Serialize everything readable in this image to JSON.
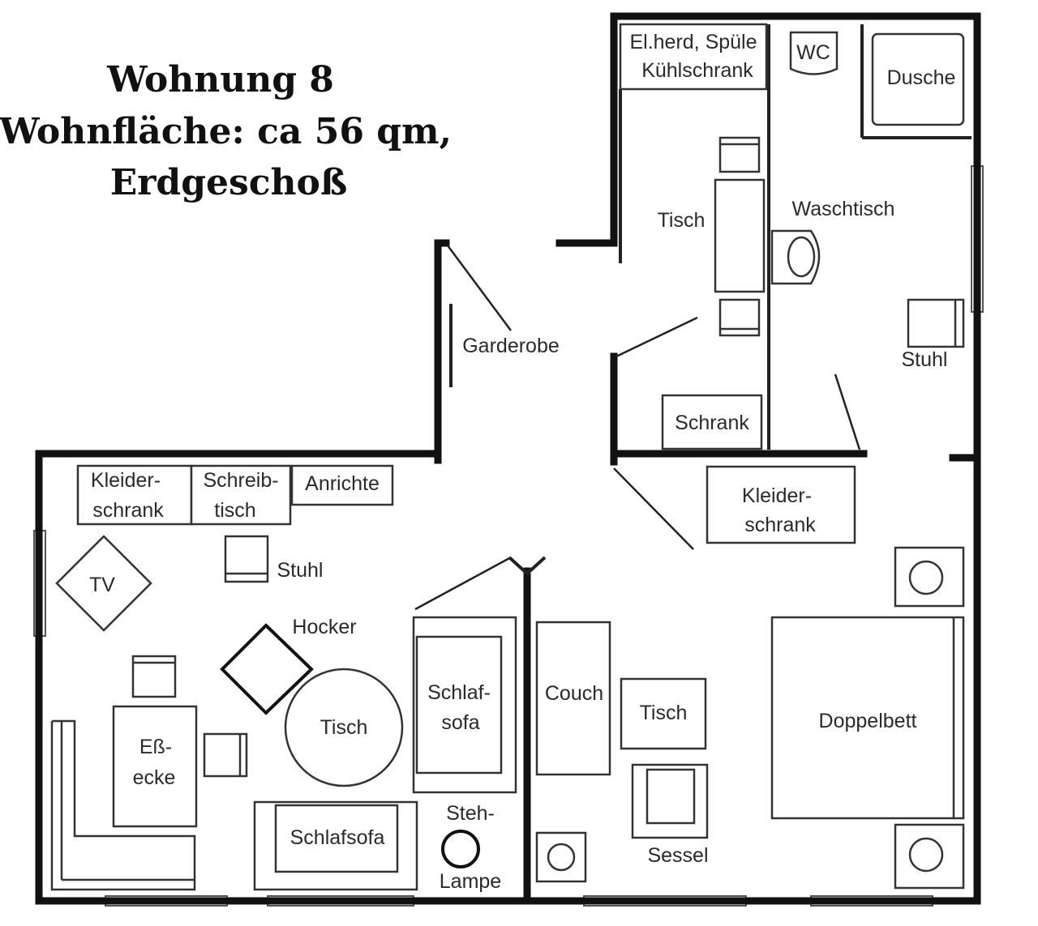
{
  "title": {
    "line1": "Wohnung 8",
    "line2": "Wohnfläche: ca 56 qm,",
    "line3": "Erdgeschoß"
  },
  "labels": {
    "kitchen_line1": "El.herd, Spüle",
    "kitchen_line2": "Kühlschrank",
    "wc": "WC",
    "dusche": "Dusche",
    "tisch_kitchen": "Tisch",
    "waschtisch": "Waschtisch",
    "garderobe": "Garderobe",
    "stuhl_bath": "Stuhl",
    "schrank": "Schrank",
    "kleiderschrank_bed_1": "Kleider-",
    "kleiderschrank_bed_2": "schrank",
    "kleiderschrank_living_1": "Kleider-",
    "kleiderschrank_living_2": "schrank",
    "schreibtisch_1": "Schreib-",
    "schreibtisch_2": "tisch",
    "anrichte": "Anrichte",
    "tv": "TV",
    "stuhl_living": "Stuhl",
    "hocker": "Hocker",
    "tisch_round": "Tisch",
    "essecke_1": "Eß-",
    "essecke_2": "ecke",
    "schlafsofa_vert_1": "Schlaf-",
    "schlafsofa_vert_2": "sofa",
    "schlafsofa_horiz": "Schlafsofa",
    "stehlampe_1": "Steh-",
    "stehlampe_2": "Lampe",
    "couch": "Couch",
    "tisch_bed": "Tisch",
    "sessel": "Sessel",
    "doppelbett": "Doppelbett"
  }
}
